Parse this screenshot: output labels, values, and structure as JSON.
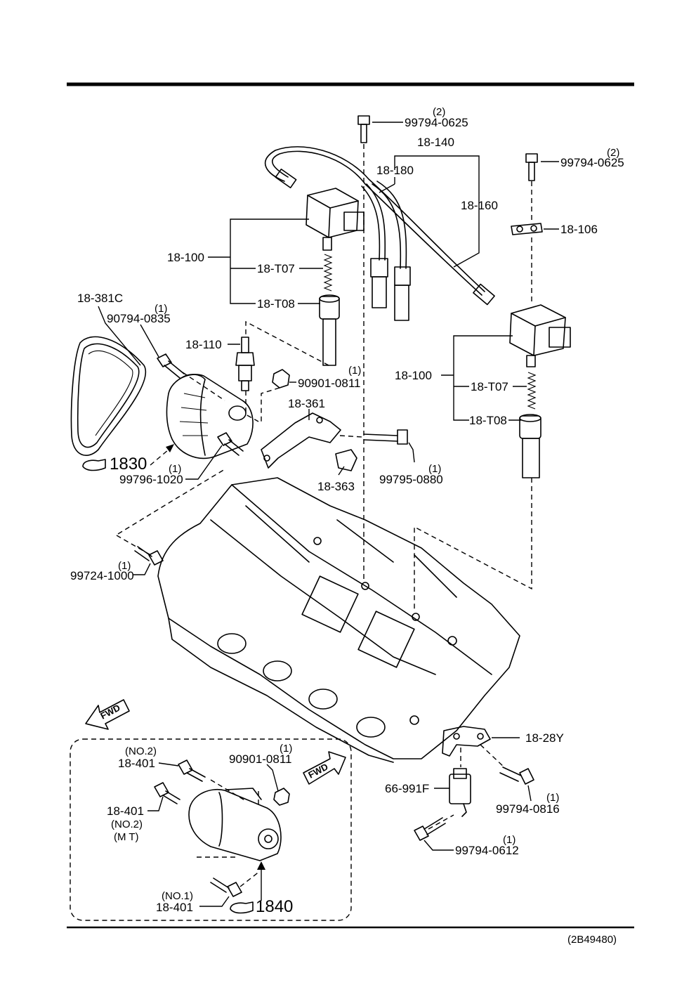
{
  "figure_ref": "(2B49480)",
  "labels": {
    "bolt_top_center": "99794-0625",
    "bolt_top_center_qty": "(2)",
    "bolt_top_right": "99794-0625",
    "bolt_top_right_qty": "(2)",
    "wire_set": "18-140",
    "wire_a": "18-180",
    "wire_b": "18-160",
    "washer": "18-106",
    "coil_left": "18-100",
    "spring_left": "18-T07",
    "boot_left": "18-T08",
    "coil_right": "18-100",
    "spring_right": "18-T07",
    "boot_right": "18-T08",
    "belt": "18-381C",
    "bolt_alt": "90794-0835",
    "bolt_alt_qty": "(1)",
    "spark_plug": "18-110",
    "nut_upper": "90901-0811",
    "nut_upper_qty": "(1)",
    "bracket": "18-361",
    "clip": "18-363",
    "bolt_bracket": "99795-0880",
    "bolt_bracket_qty": "(1)",
    "ref_alternator": "1830",
    "bolt_alt_lower": "99796-1020",
    "bolt_alt_lower_qty": "(1)",
    "bolt_head": "99724-1000",
    "bolt_head_qty": "(1)",
    "bracket_rear": "18-28Y",
    "relay": "66-991F",
    "bolt_relay": "99794-0816",
    "bolt_relay_qty": "(1)",
    "bolt_relay_lower": "99794-0612",
    "bolt_relay_lower_qty": "(1)",
    "fwd": "FWD",
    "fwd_inset": "FWD",
    "starter_bolt_no2_top": "18-401",
    "starter_bolt_no2_top_tag": "(NO.2)",
    "starter_nut": "90901-0811",
    "starter_nut_qty": "(1)",
    "starter_bolt_mt": "18-401",
    "starter_bolt_mt_tag1": "(NO.2)",
    "starter_bolt_mt_tag2": "(M T)",
    "starter_bolt_no1": "18-401",
    "starter_bolt_no1_tag": "(NO.1)",
    "ref_starter": "1840"
  }
}
